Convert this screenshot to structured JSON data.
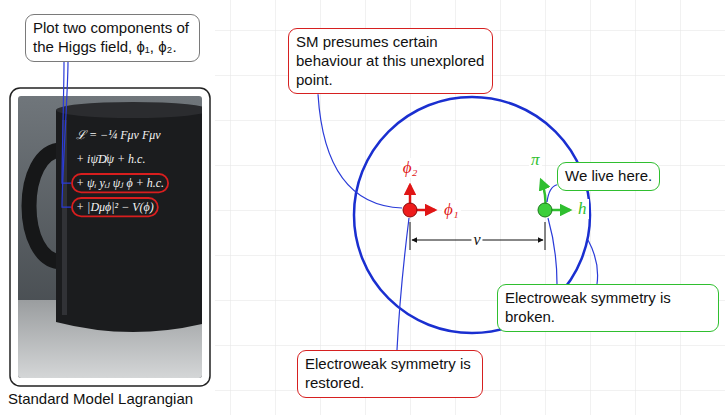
{
  "diagram": {
    "nodes": [
      {
        "text": [
          "Plot two components of the Higgs field, ϕ₁, ϕ₂."
        ]
      },
      {
        "text": [
          "SM presumes certain behaviour at this unexplored point."
        ]
      },
      {
        "text": [
          "We live here."
        ]
      },
      {
        "text": [
          "Electroweak symmetry is broken."
        ]
      },
      {
        "text": [
          "Electroweak symmetry is restored."
        ]
      }
    ],
    "labels": [
      "ℒ = −¼ Fμν Fμν",
      "+ iψ̄D̸ψ + h.c.",
      "+ ψᵢ yᵢⱼ ψⱼ ϕ + h.c.",
      "+ |Dμϕ|² − V(ϕ)",
      "Standard Model Lagrangian",
      "ϕ₂",
      "ϕ₁",
      "v",
      "h",
      "π"
    ]
  }
}
